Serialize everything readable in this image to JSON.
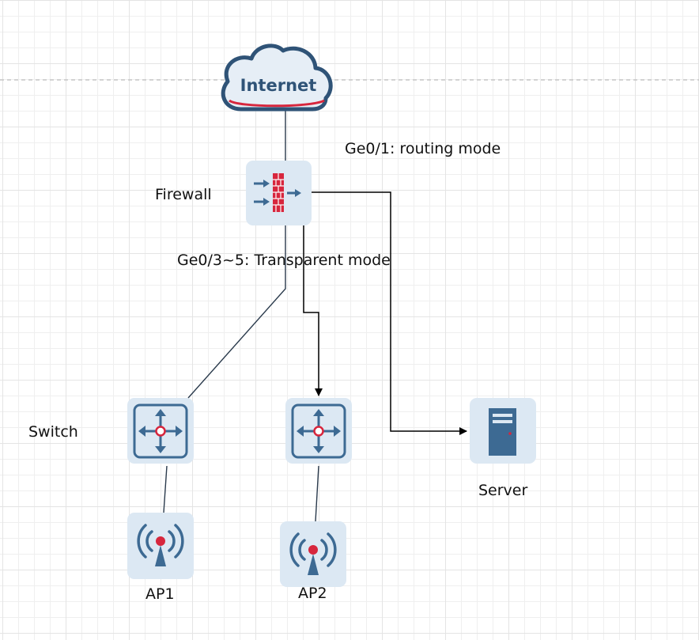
{
  "nodes": {
    "internet": {
      "label": "Internet"
    },
    "firewall": {
      "label": "Firewall"
    },
    "switch1": {
      "label": "Switch"
    },
    "switch2": {
      "label": ""
    },
    "server": {
      "label": "Server"
    },
    "ap1": {
      "label": "AP1"
    },
    "ap2": {
      "label": "AP2"
    }
  },
  "annotations": {
    "ge01": "Ge0/1: routing mode",
    "ge035": "Ge0/3~5: Transparent mode"
  },
  "colors": {
    "device_background": "#dce8f3",
    "device_icon": "#3d6a93",
    "accent_red": "#d7263d",
    "cloud_outline": "#2f5377",
    "cloud_fill": "#e6eef6"
  }
}
